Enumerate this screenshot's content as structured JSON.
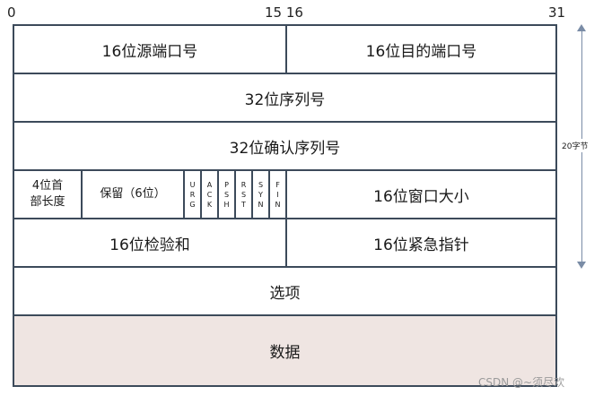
{
  "bit_labels": {
    "b0": "0",
    "b15_16": "15 16",
    "b31": "31"
  },
  "rows": {
    "src_port": "16位源端口号",
    "dst_port": "16位目的端口号",
    "seq": "32位序列号",
    "ack": "32位确认序列号",
    "header_len_line1": "4位首",
    "header_len_line2": "部长度",
    "reserved": "保留（6位）",
    "flags": [
      "URG",
      "ACK",
      "PSH",
      "RST",
      "SYN",
      "FIN"
    ],
    "window": "16位窗口大小",
    "checksum": "16位检验和",
    "urgent_ptr": "16位紧急指针",
    "options": "选项",
    "data": "数据"
  },
  "side_label": "20字节",
  "watermark": "CSDN @~须尽欢"
}
